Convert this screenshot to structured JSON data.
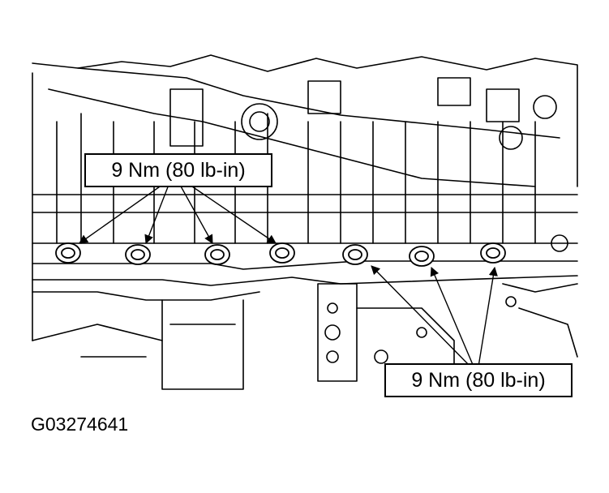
{
  "callouts": {
    "top": "9 Nm (80 lb-in)",
    "bottom": "9 Nm (80 lb-in)"
  },
  "figure_id": "G03274641",
  "colors": {
    "line": "#000000",
    "background": "#ffffff"
  }
}
